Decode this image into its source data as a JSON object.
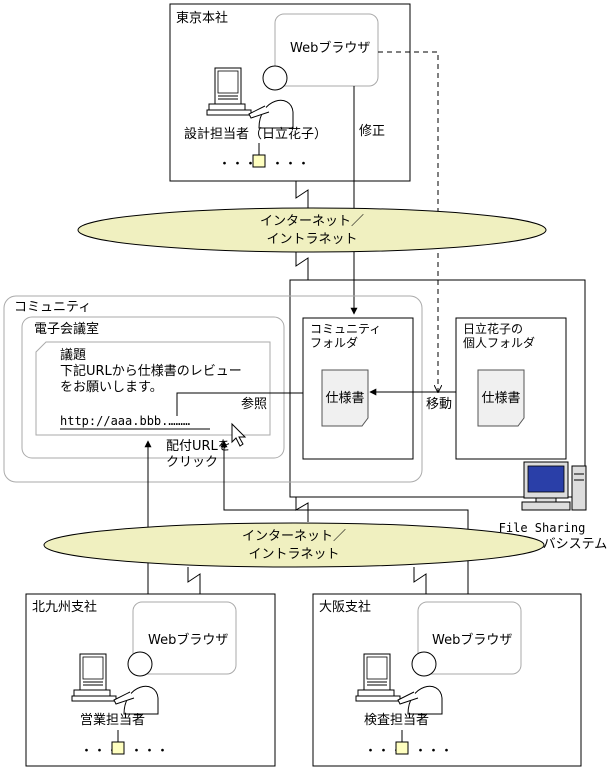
{
  "tokyo": {
    "label": "東京本社",
    "browser": "Webブラウザ",
    "person": "設計担当者（日立花子）",
    "dots_left": "・・・",
    "dots_right": "・・・"
  },
  "edit_label": "修正",
  "internet_top": {
    "line1": "インターネット／",
    "line2": "イントラネット"
  },
  "internet_bottom": {
    "line1": "インターネット／",
    "line2": "イントラネット"
  },
  "community": {
    "label": "コミュニティ"
  },
  "meeting_room": {
    "label": "電子会議室",
    "topic_title": "議題",
    "topic_line1": "下記URLから仕様書のレビュー",
    "topic_line2": "をお願いします。",
    "url": "http://aaa.bbb.………"
  },
  "reference_label": "参照",
  "click_label_line1": "配付URLを",
  "click_label_line2": "クリック",
  "community_folder": {
    "line1": "コミュニティ",
    "line2": "フォルダ",
    "doc": "仕様書"
  },
  "move_label": "移動",
  "personal_folder": {
    "line1": "日立花子の",
    "line2": "個人フォルダ",
    "doc": "仕様書"
  },
  "server": {
    "line1": "File Sharing",
    "line2": "サーバシステム"
  },
  "kitakyushu": {
    "label": "北九州支社",
    "browser": "Webブラウザ",
    "person": "営業担当者",
    "dots_left": "・・・",
    "dots_right": "・・・"
  },
  "osaka": {
    "label": "大阪支社",
    "browser": "Webブラウザ",
    "person": "検査担当者",
    "dots_left": "・・・",
    "dots_right": "・・・"
  },
  "colors": {
    "ellipse_fill": "#f0f0c0",
    "monitor_screen": "#2a3fa8",
    "doc_fill": "#f0f0f0"
  }
}
